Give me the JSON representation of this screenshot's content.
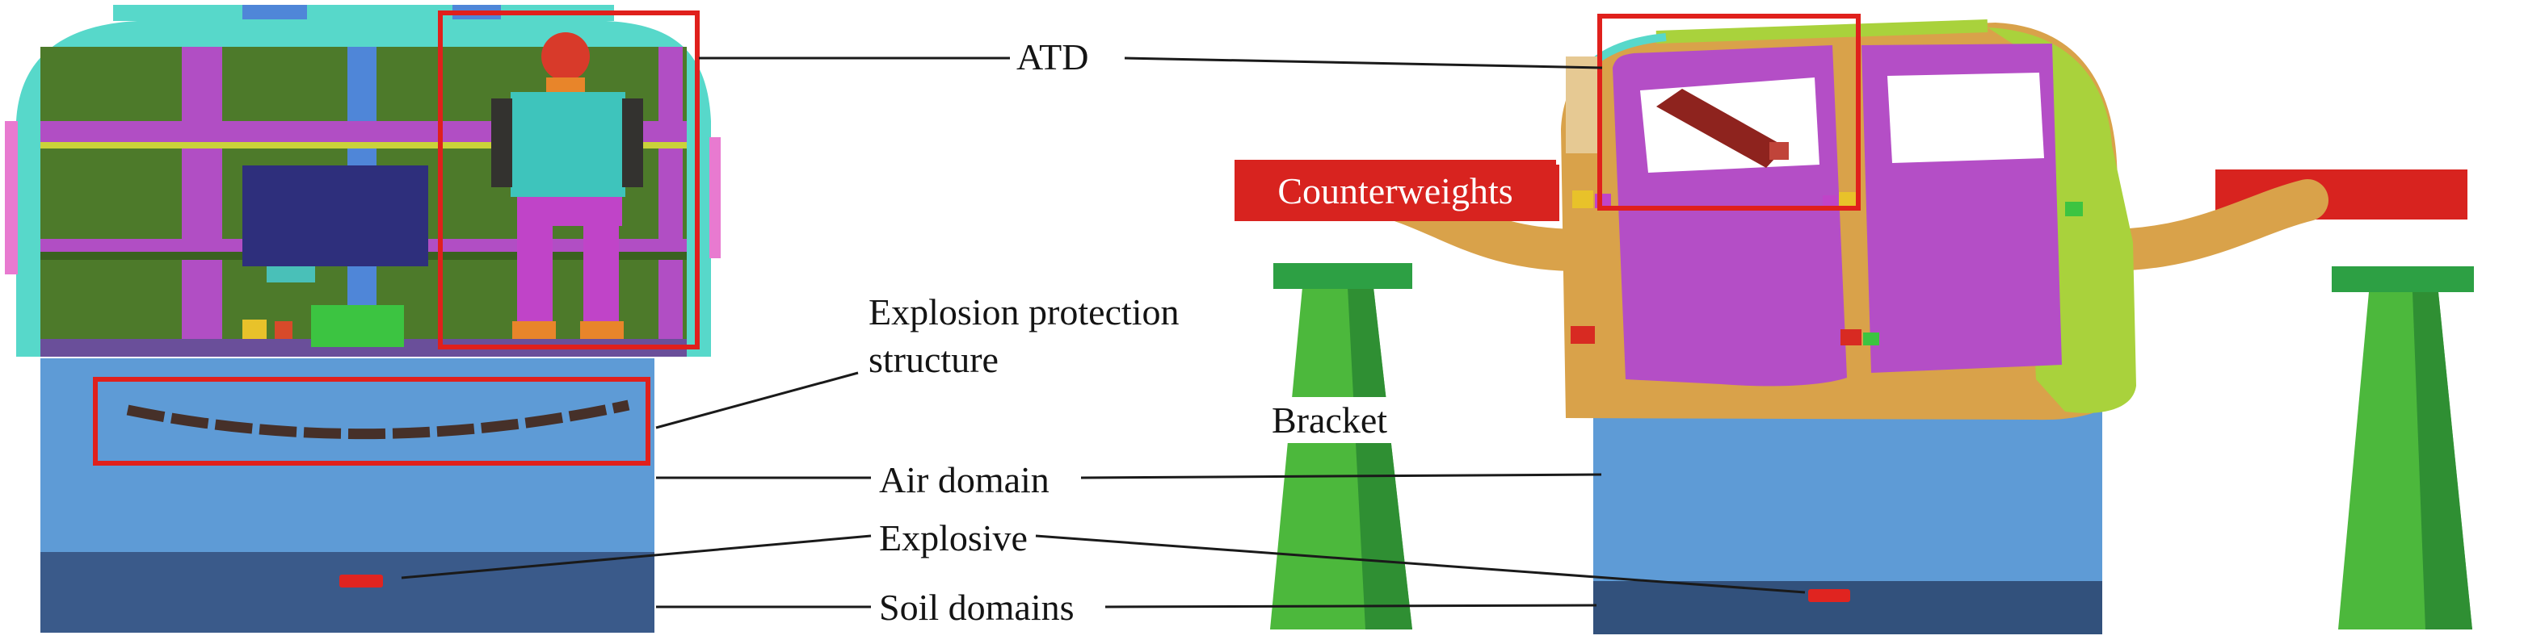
{
  "figure": {
    "labels": {
      "atd": "ATD",
      "explosion_protection": "Explosion protection structure",
      "air_domain": "Air domain",
      "explosive": "Explosive",
      "soil_domains": "Soil domains",
      "counterweights": "Counterweights",
      "bracket": "Bracket"
    },
    "colors": {
      "highlight_red": "#e0201c",
      "counterweight_red": "#d8231f",
      "air_domain_blue": "#5e9bd6",
      "soil_domain_blue": "#3a5a8a",
      "bracket_green": "#4cb83c",
      "hull_orange": "#d9a24a",
      "door_magenta": "#b44ec6",
      "interior_green": "#4d7a2a",
      "shell_cyan": "#57d8ca",
      "rear_chartreuse": "#a9d23c",
      "label_text": "#141414"
    }
  }
}
